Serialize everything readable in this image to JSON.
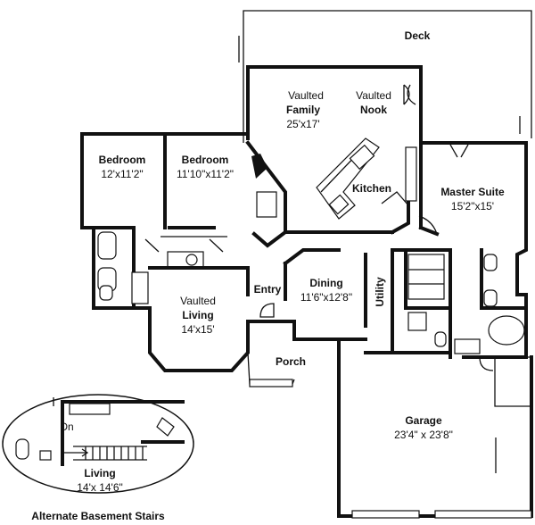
{
  "rooms": {
    "deck": {
      "name": "Deck"
    },
    "family": {
      "line1": "Vaulted",
      "name": "Family",
      "size": "25'x17'"
    },
    "nook": {
      "line1": "Vaulted",
      "name": "Nook"
    },
    "bedroom1": {
      "name": "Bedroom",
      "size": "12'x11'2\""
    },
    "bedroom2": {
      "name": "Bedroom",
      "size": "11'10\"x11'2\""
    },
    "kitchen": {
      "name": "Kitchen"
    },
    "master": {
      "name": "Master Suite",
      "size": "15'2\"x15'"
    },
    "living": {
      "line1": "Vaulted",
      "name": "Living",
      "size": "14'x15'"
    },
    "entry": {
      "name": "Entry"
    },
    "dining": {
      "name": "Dining",
      "size": "11'6\"x12'8\""
    },
    "utility": {
      "name": "Utility"
    },
    "porch": {
      "name": "Porch"
    },
    "garage": {
      "name": "Garage",
      "size": "23'4\" x 23'8\""
    }
  },
  "inset": {
    "stair_label": "Dn",
    "room_name": "Living",
    "room_size": "14'x 14'6\"",
    "caption": "Alternate Basement Stairs"
  }
}
